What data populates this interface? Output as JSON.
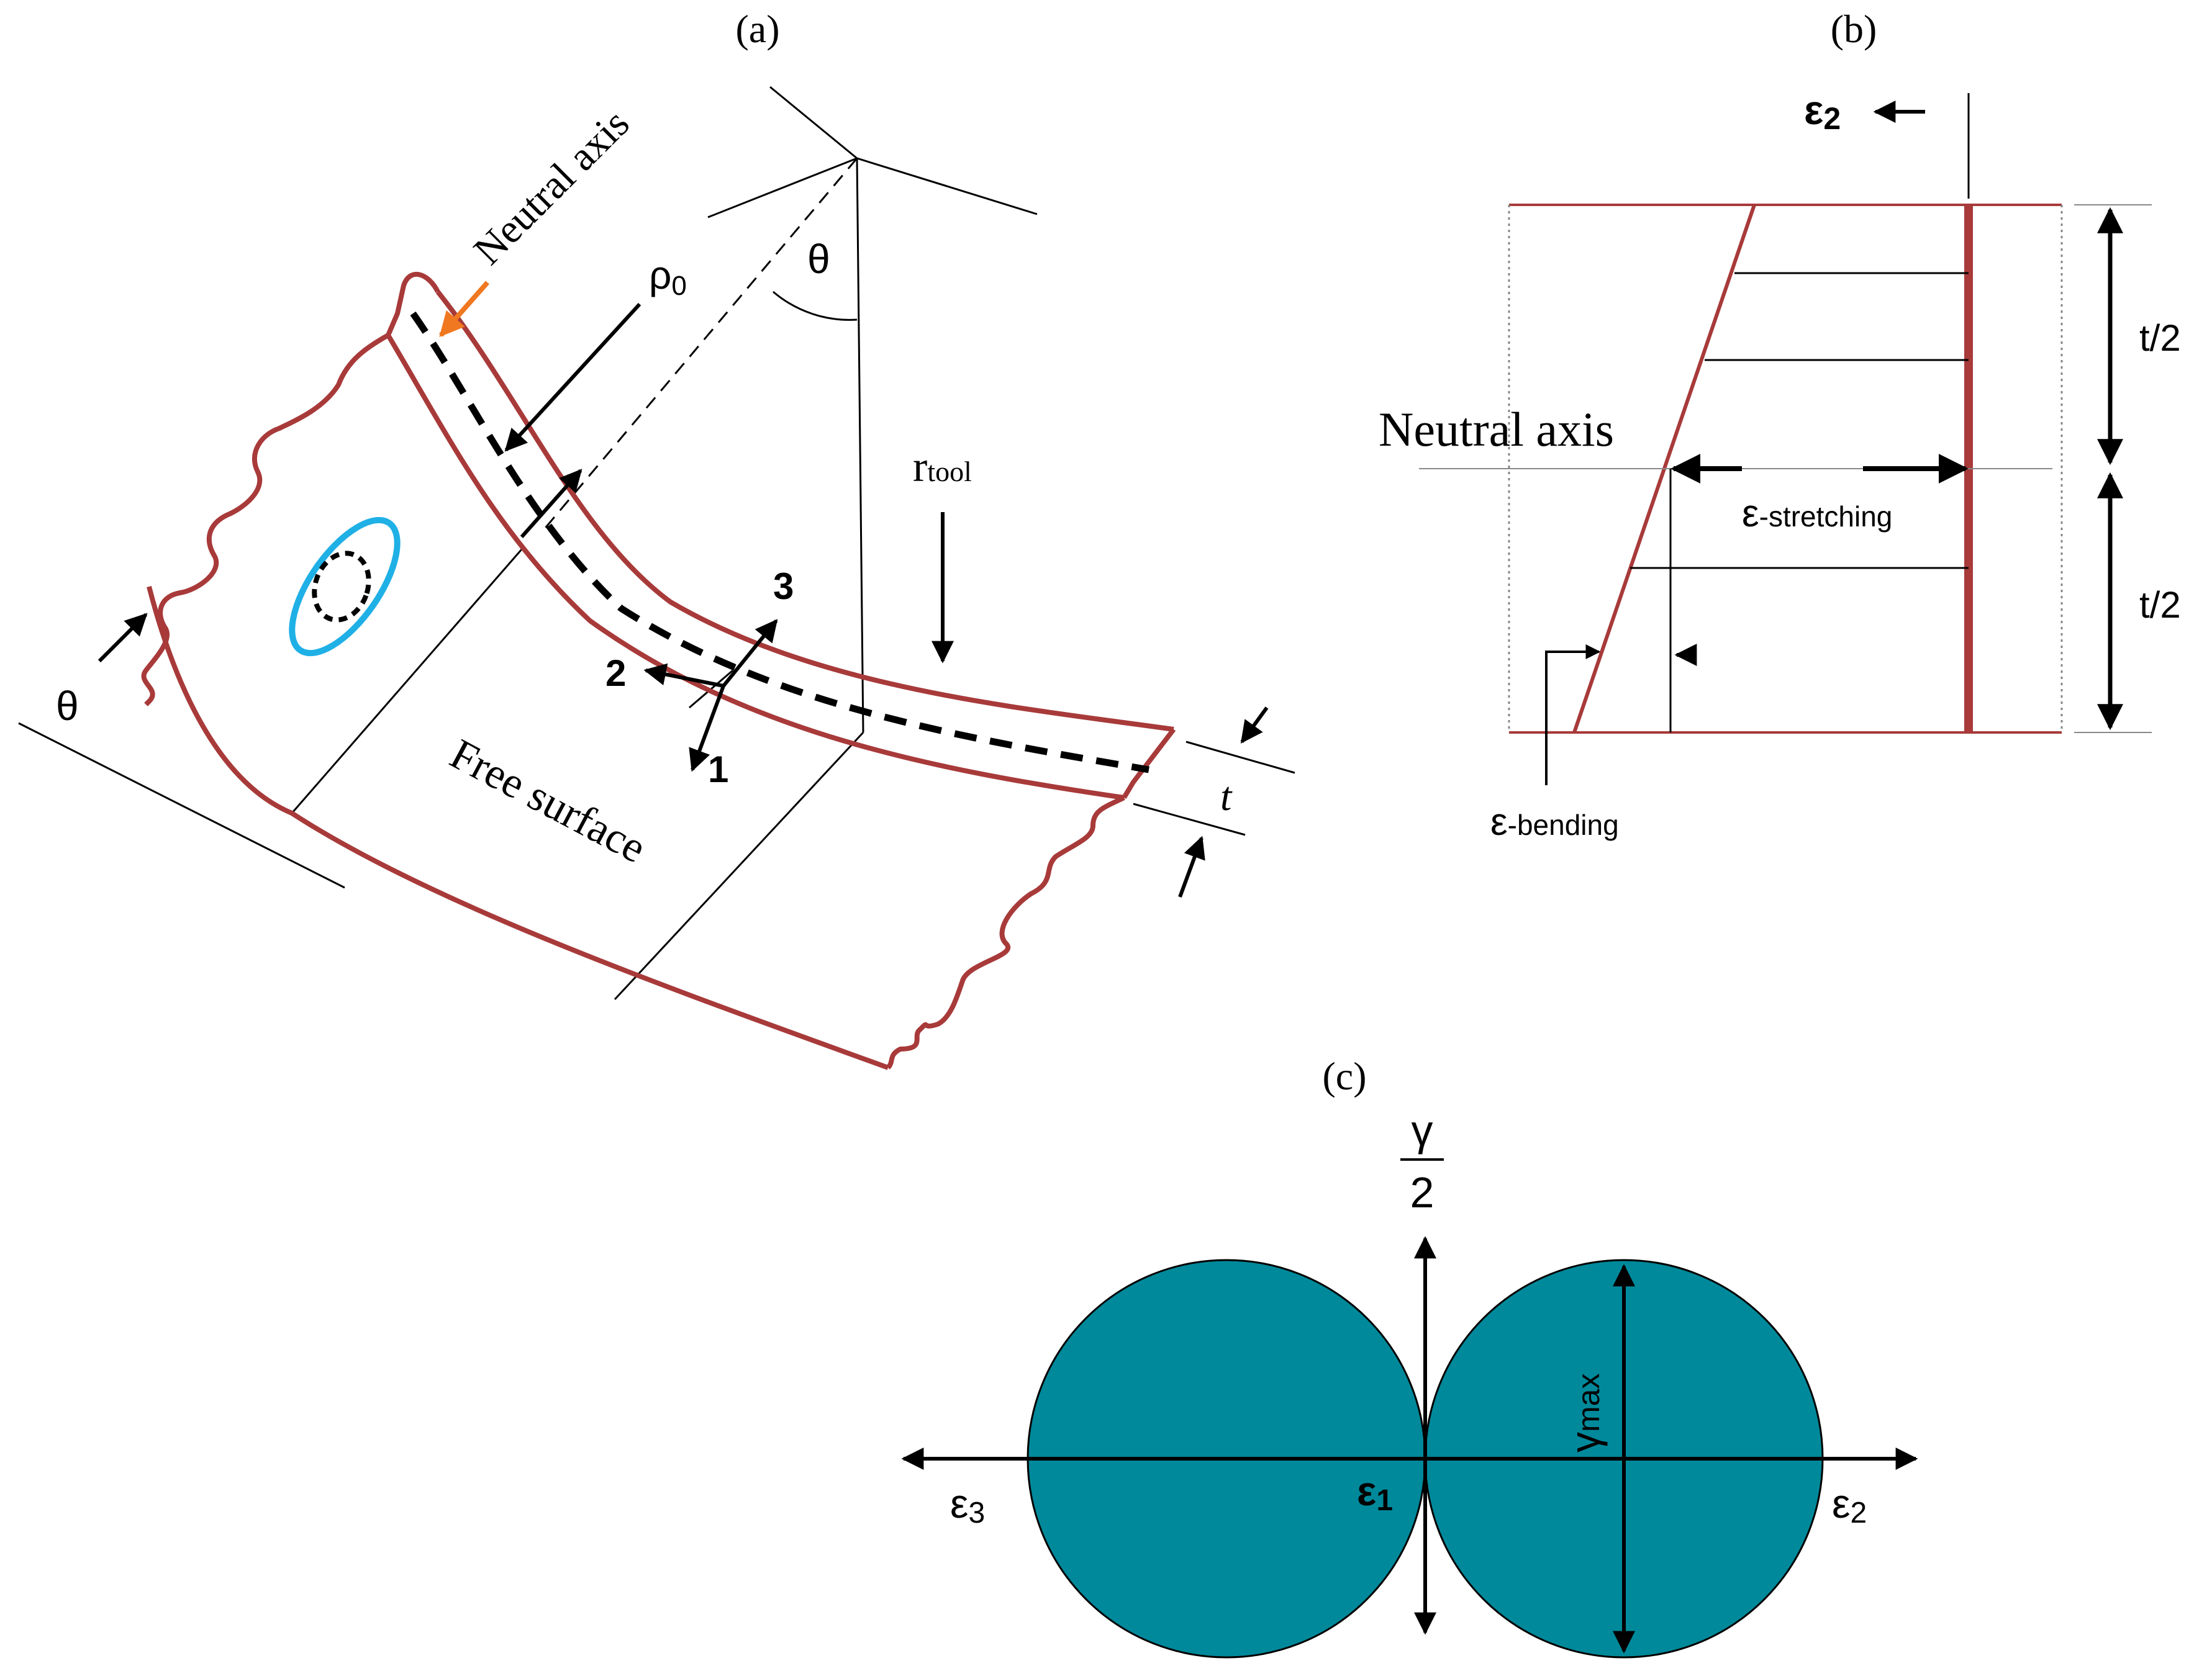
{
  "panels": {
    "a": {
      "label": "(a)",
      "neutral_axis": "Neutral axis",
      "rho": "ρ",
      "rho_sub": "0",
      "theta_top": "θ",
      "theta_left": "θ",
      "r_main": "r",
      "r_sub": "tool",
      "axis_3": "3",
      "axis_2": "2",
      "axis_1": "1",
      "free_surface": "Free surface",
      "thickness": "t"
    },
    "b": {
      "label": "(b)",
      "eps2_main": "ε",
      "eps2_sub": "2",
      "neutral_axis": "Neutral axis",
      "half_thickness_top": "t/2",
      "half_thickness_bottom": "t/2",
      "stretching_main": "ε",
      "stretching_sub": "-stretching",
      "bending_main": "ε",
      "bending_sub": "-bending"
    },
    "c": {
      "label": "(c)",
      "gamma_numerator": "γ",
      "gamma_denominator": "2",
      "eps3_main": "ε",
      "eps3_sub": "3",
      "eps1_main": "ε",
      "eps1_sub": "1",
      "eps2_main": "ε",
      "eps2_sub": "2",
      "gamma_max_main": "γ",
      "gamma_max_sub": "max"
    }
  },
  "colors": {
    "outline_red": "#a83a3a",
    "ellipse_blue": "#1fb0e6",
    "arrow_orange": "#f07820",
    "circle_teal": "#00899b",
    "ink": "#000000"
  }
}
